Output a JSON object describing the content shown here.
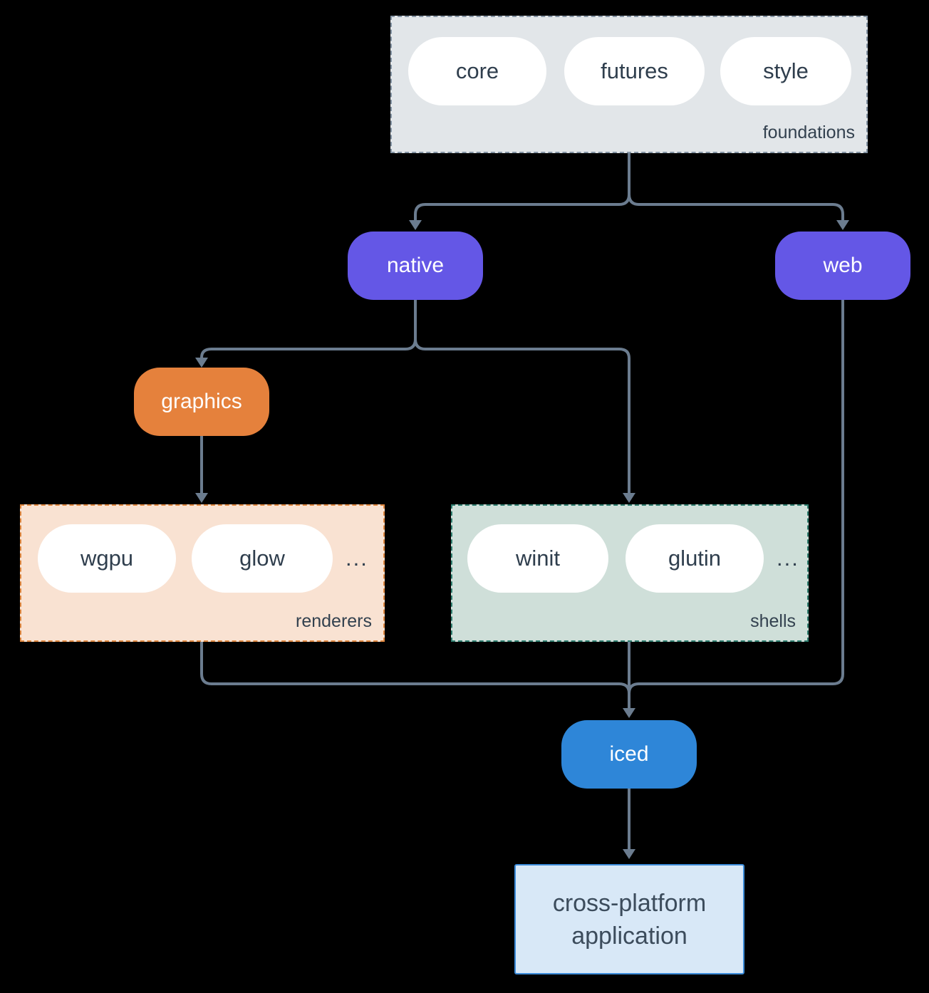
{
  "groups": {
    "foundations": {
      "label": "foundations",
      "pills": [
        "core",
        "futures",
        "style"
      ]
    },
    "renderers": {
      "label": "renderers",
      "pills": [
        "wgpu",
        "glow"
      ],
      "more": "..."
    },
    "shells": {
      "label": "shells",
      "pills": [
        "winit",
        "glutin"
      ],
      "more": "..."
    }
  },
  "nodes": {
    "native": "native",
    "web": "web",
    "graphics": "graphics",
    "iced": "iced",
    "application": "cross-platform application"
  },
  "colors": {
    "background": "#000000",
    "connector": "#6b7c8f",
    "foundations_fill": "#e2e6e9",
    "foundations_border": "#8494a4",
    "renderers_fill": "#f9e2d2",
    "renderers_border": "#e0873f",
    "shells_fill": "#cfdfd9",
    "shells_border": "#2e7d6e",
    "native_web_fill": "#6457e6",
    "graphics_fill": "#e5813c",
    "iced_fill": "#2e86d8",
    "application_fill": "#d8e8f7",
    "application_border": "#3b8bd9",
    "pill_fill": "#ffffff",
    "text_dark": "#2f3e4d",
    "text_light": "#ffffff"
  }
}
